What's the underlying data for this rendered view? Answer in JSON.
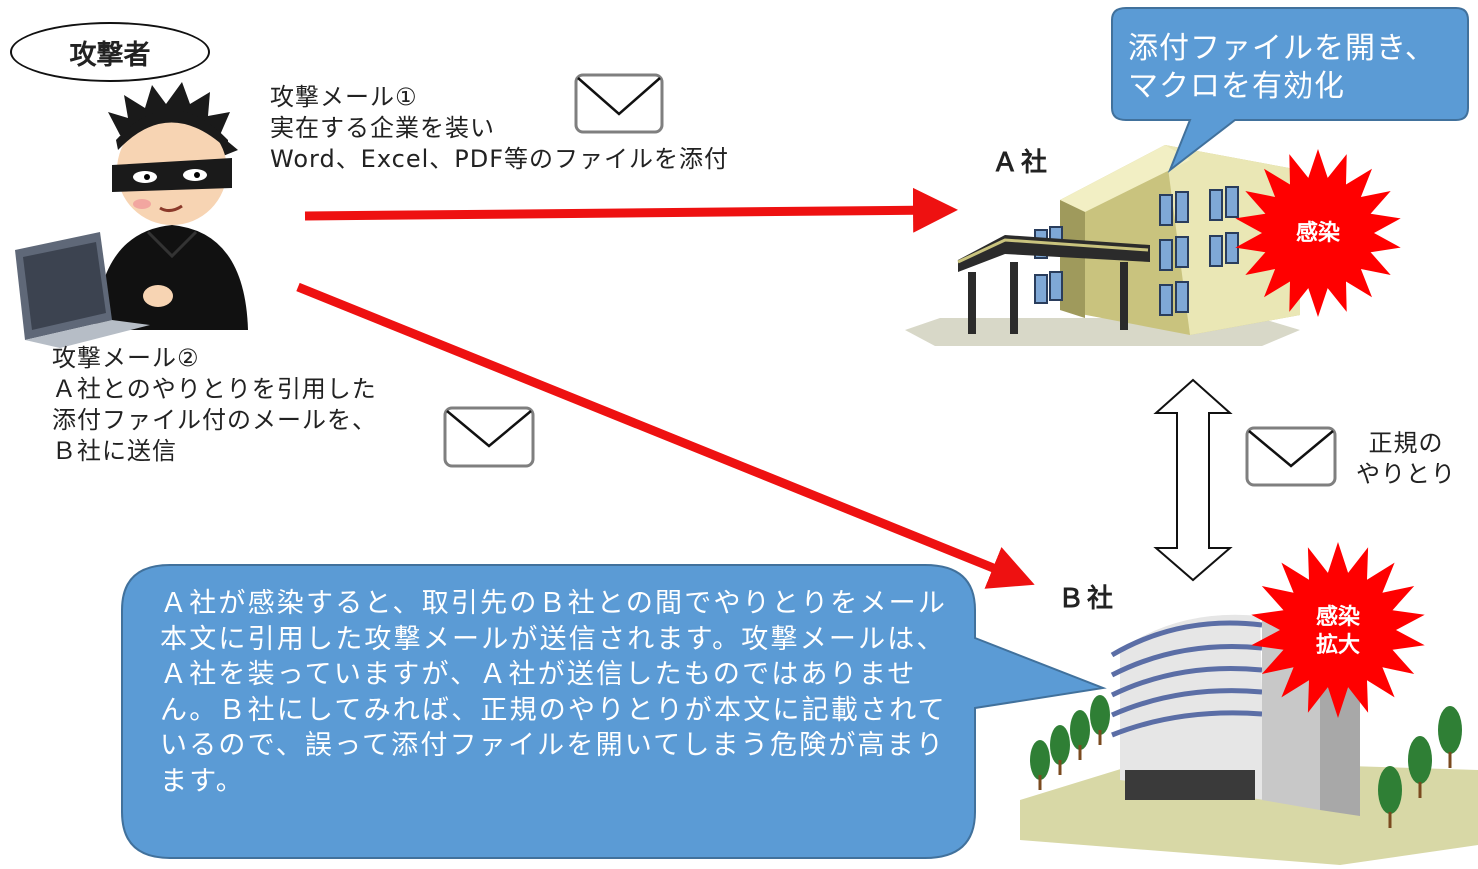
{
  "attacker": {
    "label": "攻撃者"
  },
  "attack_mail_1": {
    "lines": "攻撃メール①\n実在する企業を装い\nWord、Excel、PDF等のファイルを添付"
  },
  "attack_mail_2": {
    "lines": "攻撃メール②\nＡ社とのやりとりを引用した\n添付ファイル付のメールを、\nＢ社に送信"
  },
  "company_a": {
    "label": "Ａ社",
    "callout": "添付ファイルを開き、マクロを有効化",
    "status": "感染"
  },
  "company_b": {
    "label": "Ｂ社",
    "status": "感染\n拡大"
  },
  "legit_exchange": {
    "label": "正規の\nやりとり"
  },
  "explanation": {
    "text": "Ａ社が感染すると、取引先のＢ社との間でやりとりをメール本文に引用した攻撃メールが送信されます。攻撃メールは、Ａ社を装っていますが、Ａ社が送信したものではありません。Ｂ社にしてみれば、正規のやりとりが本文に記載されているので、誤って添付ファイルを開いてしまう危険が高まります。"
  },
  "colors": {
    "arrow": "#ee1111",
    "callout": "#5b9bd5",
    "callout_border": "#41719c",
    "burst": "#ff0000",
    "envelope_stroke": "#7f7f7f"
  }
}
